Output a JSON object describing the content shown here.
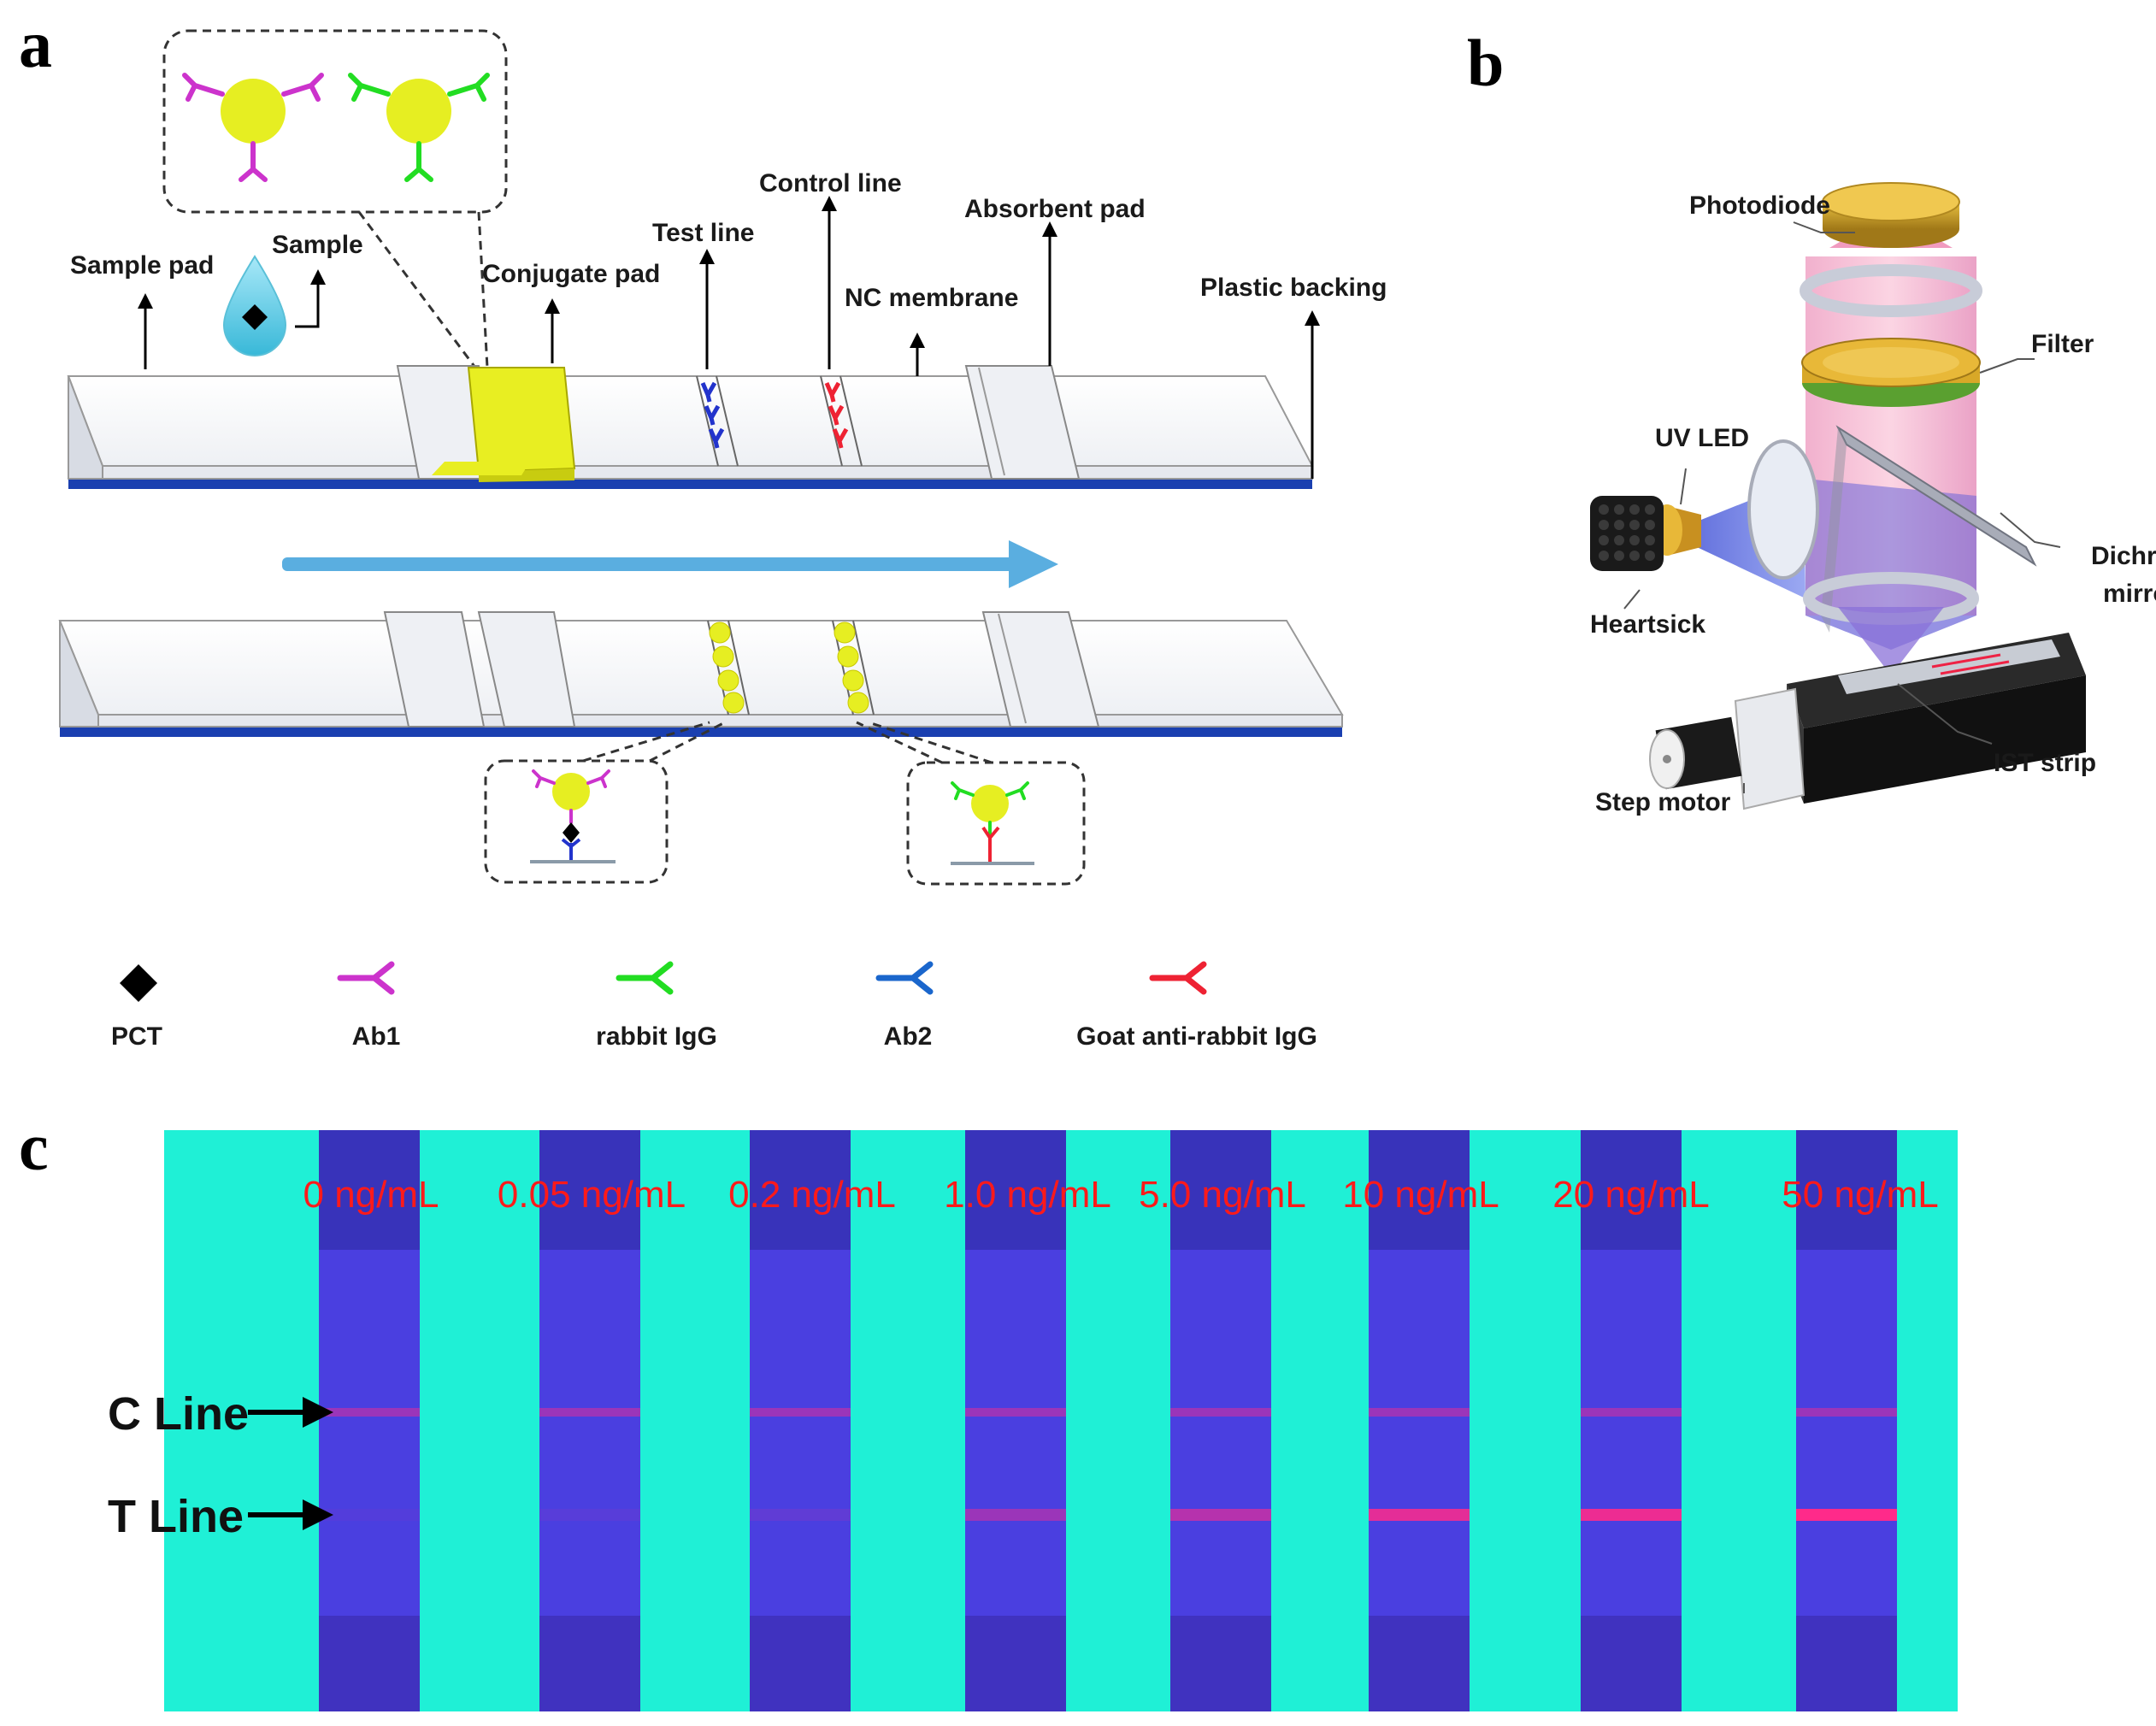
{
  "panels": {
    "a": "a",
    "b": "b",
    "c": "c"
  },
  "panel_a": {
    "labels": {
      "sample_pad": "Sample pad",
      "sample": "Sample",
      "conjugate_pad": "Conjugate pad",
      "test_line": "Test  line",
      "control_line": "Control  line",
      "nc_membrane": "NC membrane",
      "absorbent_pad": "Absorbent  pad",
      "plastic_backing": "Plastic backing"
    },
    "legend": [
      {
        "label": "PCT",
        "color": "#000000",
        "icon": "diamond-icon"
      },
      {
        "label": "Ab1",
        "color": "#cc33cc",
        "icon": "antibody-icon"
      },
      {
        "label": "rabbit IgG",
        "color": "#22dd22",
        "icon": "antibody-icon"
      },
      {
        "label": "Ab2",
        "color": "#1a66cc",
        "icon": "antibody-icon"
      },
      {
        "label": "Goat anti-rabbit IgG",
        "color": "#ee2233",
        "icon": "antibody-icon"
      }
    ],
    "colors": {
      "gold_particle": "#e8ee22",
      "flow_arrow": "#5aaee0",
      "backing": "#1a3fb0"
    }
  },
  "panel_b": {
    "labels": {
      "photodiode": "Photodiode",
      "filter": "Filter",
      "uv_led": "UV LED",
      "dichroic": "Dichroic",
      "mirror": "mirror",
      "heatsink": "Heartsick",
      "ist_strip": "IST strip",
      "step_motor": "Step motor"
    }
  },
  "panel_c": {
    "concentrations": [
      "0 ng/mL",
      "0.05 ng/mL",
      "0.2 ng/mL",
      "1.0 ng/mL",
      "5.0 ng/mL",
      "10 ng/mL",
      "20 ng/mL",
      "50 ng/mL"
    ],
    "c_line_label": "C Line",
    "t_line_label": "T Line",
    "t_line_intensity": [
      0.05,
      0.08,
      0.12,
      0.45,
      0.6,
      0.85,
      0.9,
      1.0
    ],
    "colors": {
      "background": "#1ff0d6",
      "strip": "#4a3fe0",
      "line": "#ff2a8a"
    }
  }
}
